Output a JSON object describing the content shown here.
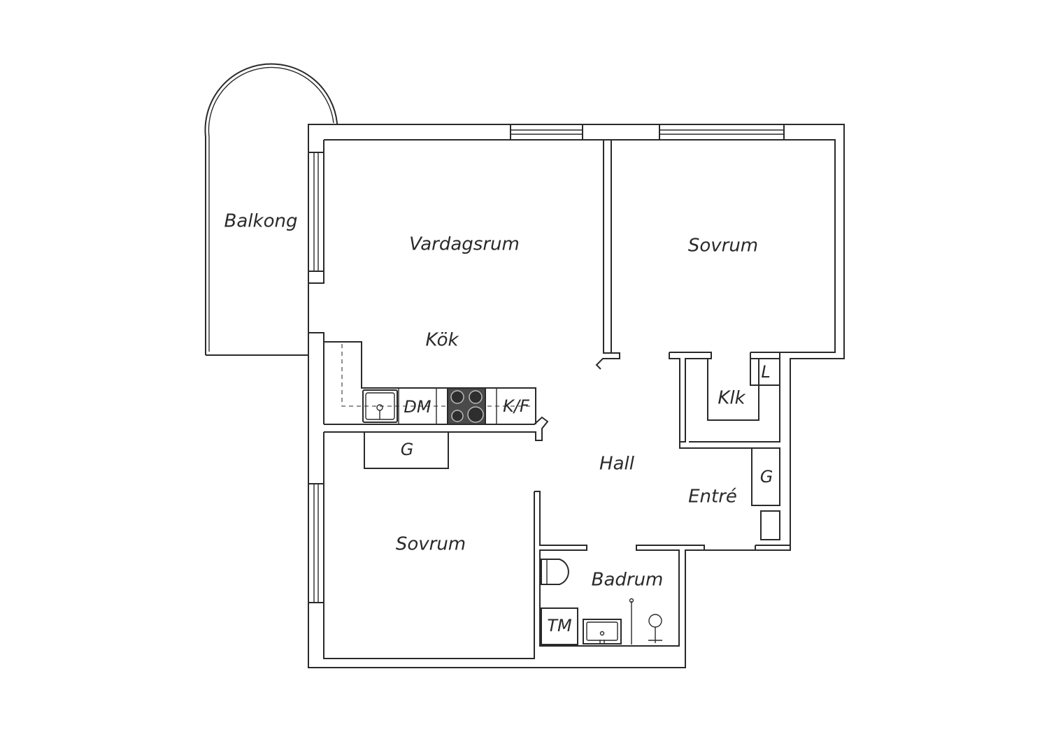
{
  "rooms": {
    "balkong": "Balkong",
    "vardagsrum": "Vardagsrum",
    "sovrum_top": "Sovrum",
    "kok": "Kök",
    "klk": "Klk",
    "hall": "Hall",
    "entre": "Entré",
    "sovrum_bottom": "Sovrum",
    "badrum": "Badrum"
  },
  "fixtures": {
    "dishwasher": "DM",
    "fridge_freezer": "K/F",
    "wardrobe_kitchen": "G",
    "linen": "L",
    "wardrobe_entre": "G",
    "washer": "TM"
  },
  "colors": {
    "line": "#2a2a2a",
    "stove": "#4a4a4a",
    "background": "#ffffff"
  }
}
